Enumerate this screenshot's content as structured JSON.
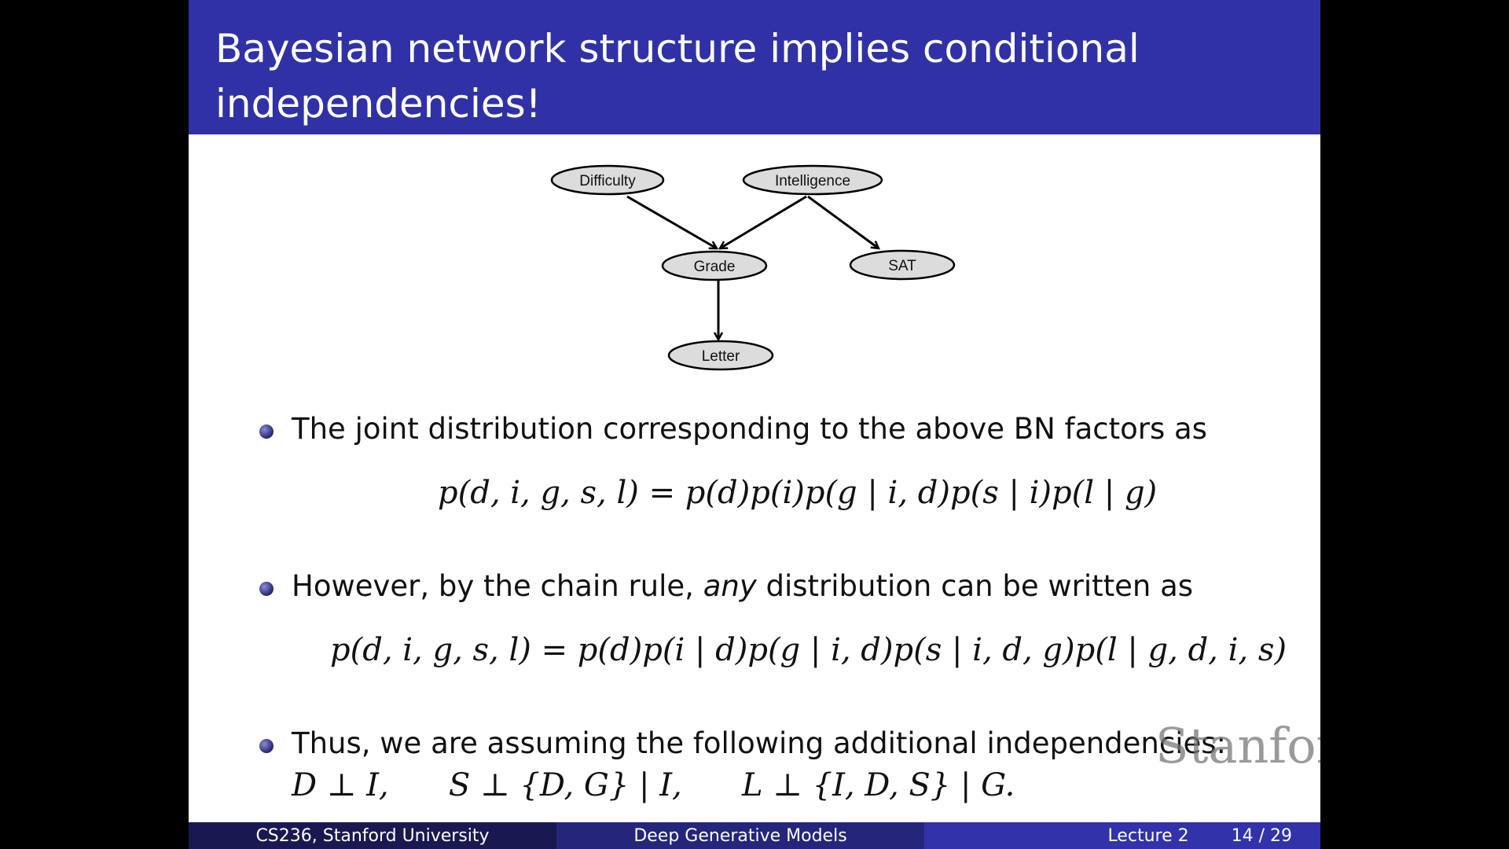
{
  "title": {
    "line1": "Bayesian network structure implies conditional",
    "line2": "independencies!"
  },
  "diagram": {
    "nodes": [
      "Difficulty",
      "Intelligence",
      "Grade",
      "SAT",
      "Letter"
    ],
    "edges": [
      [
        "Difficulty",
        "Grade"
      ],
      [
        "Intelligence",
        "Grade"
      ],
      [
        "Intelligence",
        "SAT"
      ],
      [
        "Grade",
        "Letter"
      ]
    ]
  },
  "bullets": [
    {
      "text": "The joint distribution corresponding to the above BN factors as",
      "formula": "p(d, i, g, s, l) = p(d)p(i)p(g | i, d)p(s | i)p(l | g)"
    },
    {
      "text_before": "However, by the chain rule, ",
      "text_em": "any",
      "text_after": " distribution can be written as",
      "formula": "p(d, i, g, s, l) = p(d)p(i | d)p(g | i, d)p(s | i, d, g)p(l | g, d, i, s)"
    },
    {
      "text": "Thus, we are assuming the following additional independencies:",
      "formula": "D ⊥ I,      S ⊥ {D, G} | I,      L ⊥ {I, D, S} | G."
    }
  ],
  "watermark": "Stanford",
  "footer": {
    "left": "CS236, Stanford University",
    "center": "Deep Generative Models",
    "lecture": "Lecture 2",
    "page": "14 / 29"
  }
}
